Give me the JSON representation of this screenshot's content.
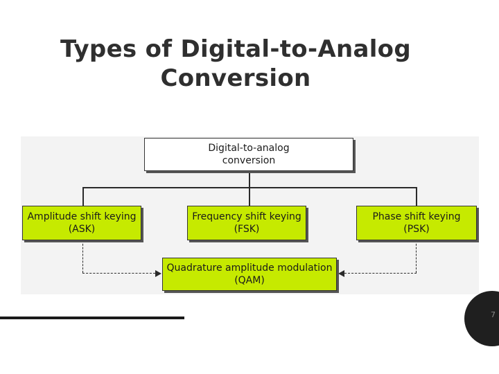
{
  "slide": {
    "title_line1": "Types of Digital-to-Analog",
    "title_line2": "Conversion",
    "page_number": "7"
  },
  "diagram": {
    "root": {
      "line1": "Digital-to-analog",
      "line2": "conversion"
    },
    "ask": {
      "line1": "Amplitude shift keying",
      "line2": "(ASK)"
    },
    "fsk": {
      "line1": "Frequency shift keying",
      "line2": "(FSK)"
    },
    "psk": {
      "line1": "Phase shift keying",
      "line2": "(PSK)"
    },
    "qam": {
      "line1": "Quadrature amplitude modulation",
      "line2": "(QAM)"
    }
  },
  "colors": {
    "leaf_fill": "#c6ea00",
    "root_fill": "#ffffff",
    "title_text": "#2f2f2f",
    "panel_bg": "#f3f3f3"
  }
}
